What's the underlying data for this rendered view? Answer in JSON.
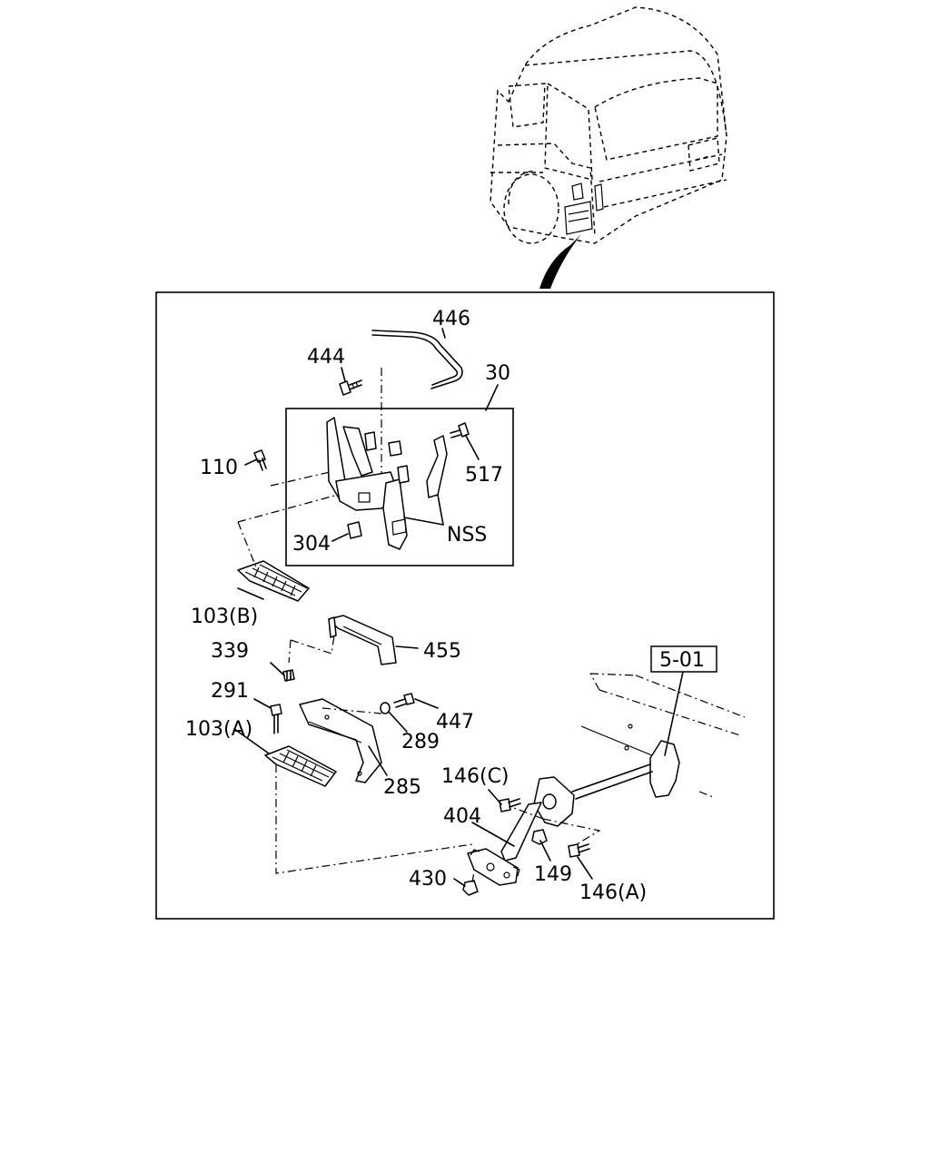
{
  "diagram": {
    "ref_box_label": "5-01",
    "callouts": {
      "c446": "446",
      "c444": "444",
      "c30": "30",
      "c110": "110",
      "c517": "517",
      "c304": "304",
      "cNSS": "NSS",
      "c103B": "103(B)",
      "c339": "339",
      "c455": "455",
      "c291": "291",
      "c447": "447",
      "c103A": "103(A)",
      "c289": "289",
      "c285": "285",
      "c146C": "146(C)",
      "c404": "404",
      "c149": "149",
      "c430": "430",
      "c146A": "146(A)"
    }
  }
}
